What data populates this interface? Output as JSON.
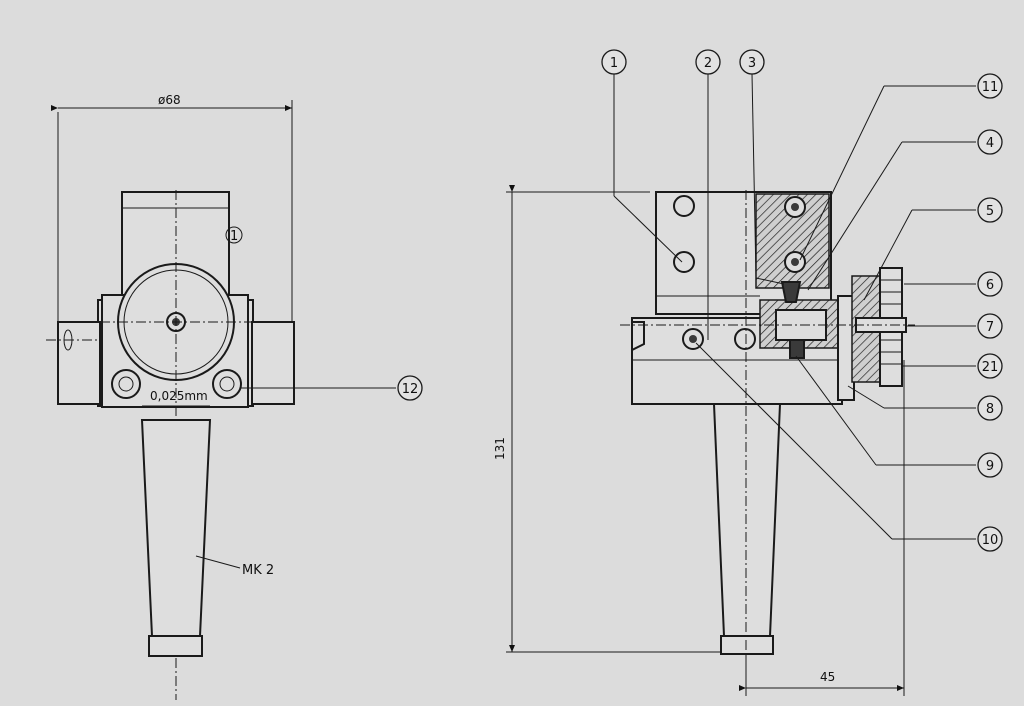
{
  "left_view": {
    "diameter_dim": "ø68",
    "taper_label": "MK 2",
    "callout_1": "1",
    "callout_12": "12",
    "scale_marking": "0,025mm"
  },
  "right_view": {
    "callouts_top": [
      "1",
      "2",
      "3"
    ],
    "callouts_side": [
      "11",
      "4",
      "5",
      "6",
      "7",
      "21",
      "8",
      "9",
      "10"
    ],
    "height_dim": "131",
    "offset_dim": "45"
  }
}
